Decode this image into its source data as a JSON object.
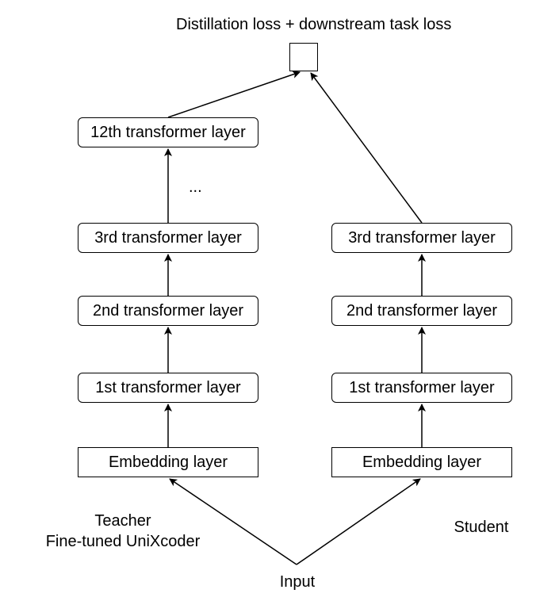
{
  "loss": {
    "title": "Distillation loss + downstream task loss"
  },
  "teacher": {
    "name": "Teacher",
    "model": "Fine-tuned UniXcoder",
    "layers": {
      "layer12": "12th transformer layer",
      "ellipsis": "...",
      "layer3": "3rd transformer layer",
      "layer2": "2nd transformer layer",
      "layer1": "1st transformer layer",
      "embedding": "Embedding layer"
    }
  },
  "student": {
    "name": "Student",
    "layers": {
      "layer3": "3rd transformer layer",
      "layer2": "2nd transformer layer",
      "layer1": "1st transformer layer",
      "embedding": "Embedding layer"
    }
  },
  "input": {
    "label": "Input"
  }
}
